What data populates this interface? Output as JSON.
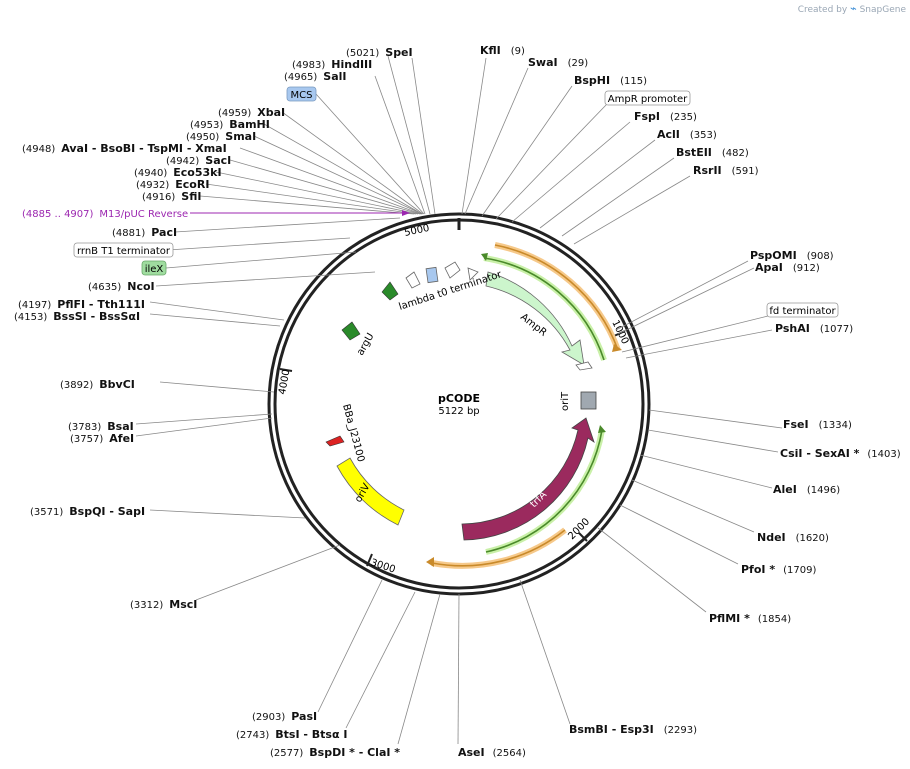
{
  "app": {
    "created_by": "Created by",
    "brand": "SnapGene"
  },
  "plasmid": {
    "name": "pCODE",
    "size": "5122 bp"
  },
  "colors": {
    "ampr": "#ccf5cc",
    "trfA": "#9b2a5e",
    "oriV": "#ffff00",
    "arrow_orange": "#c98a2a",
    "arrow_green": "#4a8a2a",
    "mcs_blue": "#a8c8ef",
    "ilex_green": "#9fdc9f",
    "red_feature": "#dd2222",
    "dark_green": "#2a8a2a",
    "orit_gray": "#a0a8b0",
    "primer_purple": "#9c27b0"
  },
  "ticks": [
    {
      "label": "5000"
    },
    {
      "label": "1000"
    },
    {
      "label": "2000"
    },
    {
      "label": "3000"
    },
    {
      "label": "4000"
    }
  ],
  "features": {
    "lambda": "lambda t0 terminator",
    "ampr": "AmpR",
    "orit": "oriT",
    "trfa": "trfA",
    "oriv": "oriV",
    "bba": "BBa_J23100",
    "argu": "argU"
  },
  "left_labels": [
    {
      "name": "Sal",
      "pos": "(4965)",
      "nameText": "SalI"
    },
    {
      "name": "Xba",
      "pos": "(4959)",
      "nameText": "XbaI"
    },
    {
      "name": "Bam",
      "pos": "(4953)",
      "nameText": "BamHI"
    },
    {
      "name": "Sma",
      "pos": "(4950)",
      "nameText": "SmaI"
    },
    {
      "name": "Ava",
      "pos": "(4948)",
      "nameText": "AvaI   - BsoBI   - TspMI   - XmaI"
    },
    {
      "name": "Sac",
      "pos": "(4942)",
      "nameText": "SacI"
    },
    {
      "name": "Eco53",
      "pos": "(4940)",
      "nameText": "Eco53kI"
    },
    {
      "name": "EcoRI",
      "pos": "(4932)",
      "nameText": "EcoRI"
    },
    {
      "name": "Sfi",
      "pos": "(4916)",
      "nameText": "SfiI"
    },
    {
      "name": "Pac",
      "pos": "(4881)",
      "nameText": "PacI"
    },
    {
      "name": "Nco",
      "pos": "(4635)",
      "nameText": "NcoI"
    },
    {
      "name": "Pfl",
      "pos": "(4197)",
      "nameText": "PflFI   - Tth111I"
    },
    {
      "name": "Bss",
      "pos": "(4153)",
      "nameText": "BssSI   - BssSαI"
    },
    {
      "name": "Bbv",
      "pos": "(3892)",
      "nameText": "BbvCI"
    },
    {
      "name": "Bsa",
      "pos": "(3783)",
      "nameText": "BsaI"
    },
    {
      "name": "Afe",
      "pos": "(3757)",
      "nameText": "AfeI"
    },
    {
      "name": "BspQ",
      "pos": "(3571)",
      "nameText": "BspQI   - SapI"
    },
    {
      "name": "Msc",
      "pos": "(3312)",
      "nameText": "MscI"
    }
  ],
  "top_labels": [
    {
      "pos": "(5021)",
      "nameText": "SpeI"
    },
    {
      "pos": "(4983)",
      "nameText": "HindIII"
    },
    {
      "pos": "(9)",
      "nameText": "KflI"
    },
    {
      "pos": "(29)",
      "nameText": "SwaI"
    },
    {
      "pos": "(115)",
      "nameText": "BspHI"
    }
  ],
  "right_labels": [
    {
      "pos": "(235)",
      "nameText": "FspI"
    },
    {
      "pos": "(353)",
      "nameText": "AclI"
    },
    {
      "pos": "(482)",
      "nameText": "BstEII"
    },
    {
      "pos": "(591)",
      "nameText": "RsrII"
    },
    {
      "pos": "(908)",
      "nameText": "PspOMI"
    },
    {
      "pos": "(912)",
      "nameText": "ApaI"
    },
    {
      "pos": "(1077)",
      "nameText": "PshAI"
    },
    {
      "pos": "(1334)",
      "nameText": "FseI"
    },
    {
      "pos": "(1403)",
      "nameText": "CsiI   - SexAI *"
    },
    {
      "pos": "(1496)",
      "nameText": "AleI"
    },
    {
      "pos": "(1620)",
      "nameText": "NdeI"
    },
    {
      "pos": "(1709)",
      "nameText": "PfoI *"
    },
    {
      "pos": "(1854)",
      "nameText": "PflMI *"
    },
    {
      "pos": "(2293)",
      "nameText": "BsmBI   - Esp3I"
    }
  ],
  "bottom_labels": [
    {
      "pos": "(2903)",
      "nameText": "PasI"
    },
    {
      "pos": "(2743)",
      "nameText": "BtsI   - Btsα I"
    },
    {
      "pos": "(2577)",
      "nameText": "BspDI *  - ClaI *"
    },
    {
      "pos": "(2564)",
      "nameText": "AseI"
    }
  ],
  "boxed_labels": {
    "mcs": "MCS",
    "ampr_promoter": "AmpR promoter",
    "rrnb": "rrnB T1 terminator",
    "ilex": "ileX",
    "fd": "fd terminator"
  },
  "primer": {
    "pos": "(4885 .. 4907)",
    "name": "M13/pUC Reverse"
  }
}
